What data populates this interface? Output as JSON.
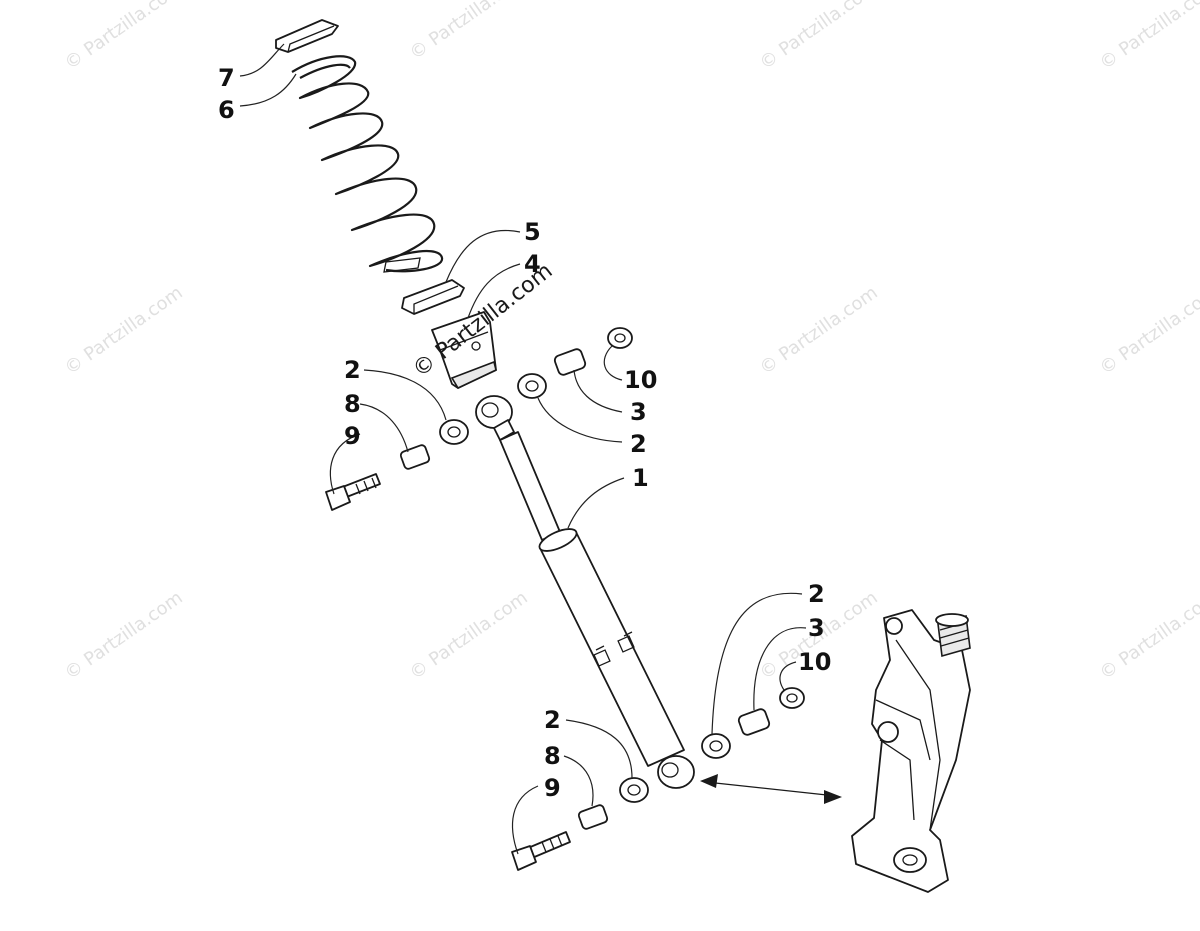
{
  "watermark": {
    "text": "© Partzilla.com",
    "center_text": "© Partzilla.com"
  },
  "callouts": {
    "c7": "7",
    "c6": "6",
    "c5": "5",
    "c4": "4",
    "c2_top_left": "2",
    "c8_top": "8",
    "c9_top": "9",
    "c10_top": "10",
    "c3_top": "3",
    "c2_top_right": "2",
    "c1": "1",
    "c2_bottom_right": "2",
    "c3_bottom": "3",
    "c10_bottom": "10",
    "c2_bottom_left": "2",
    "c8_bottom": "8",
    "c9_bottom": "9"
  }
}
